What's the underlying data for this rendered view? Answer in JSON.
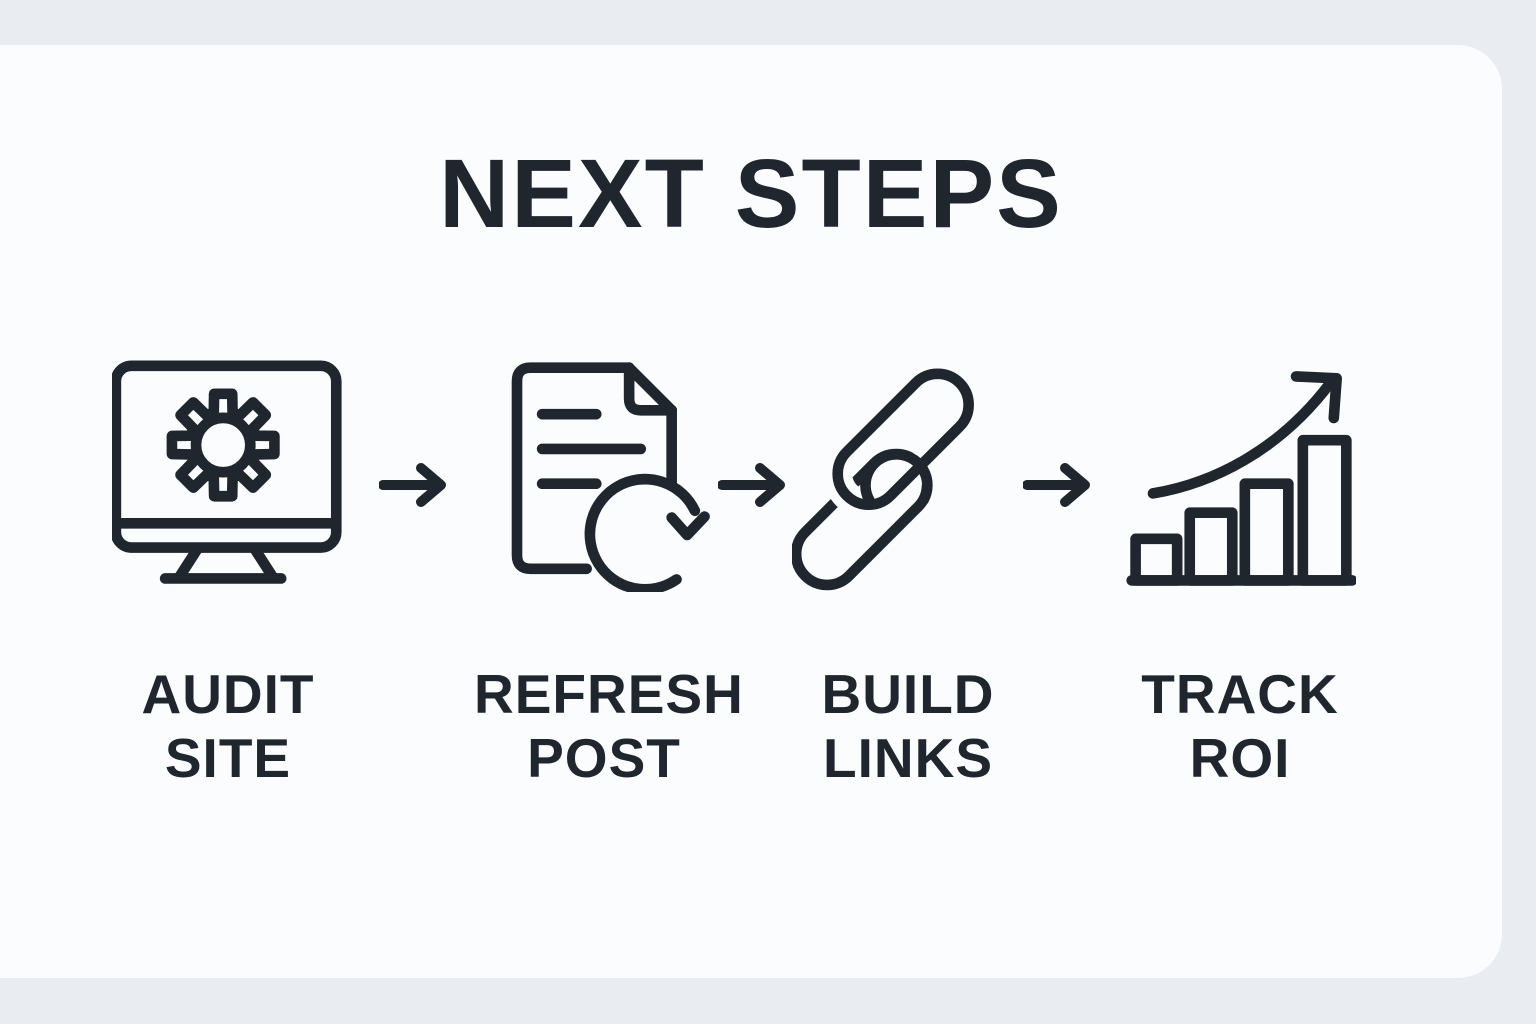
{
  "title": "NEXT STEPS",
  "colors": {
    "background": "#e9ecf0",
    "card": "#fbfcfe",
    "ink": "#20262e"
  },
  "steps": [
    {
      "icon": "monitor-gear-icon",
      "lines": [
        "AUDIT",
        "SITE"
      ]
    },
    {
      "icon": "document-refresh-icon",
      "lines": [
        "REFRESH",
        "POST"
      ]
    },
    {
      "icon": "chain-links-icon",
      "lines": [
        "BUILD",
        "LINKS"
      ]
    },
    {
      "icon": "bar-chart-growth-icon",
      "lines": [
        "TRACK",
        "ROI"
      ]
    }
  ],
  "connector": {
    "icon": "right-arrow-icon",
    "count": 3
  }
}
